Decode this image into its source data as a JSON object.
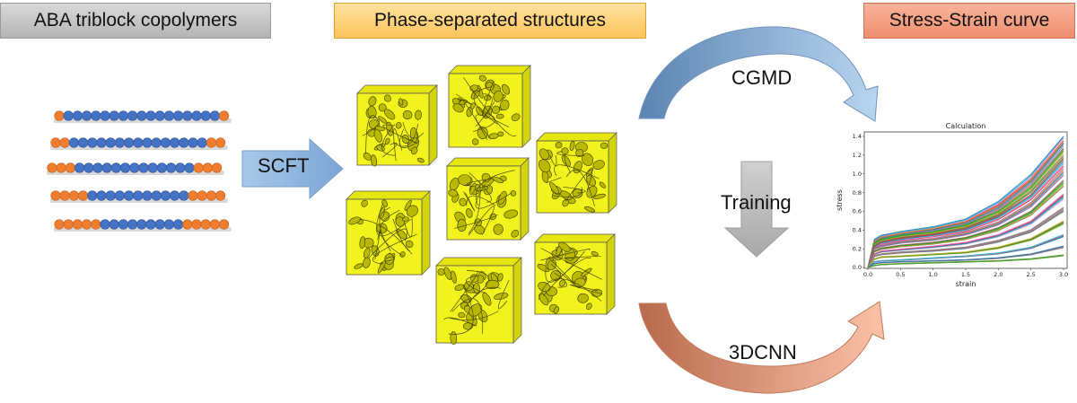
{
  "titles": {
    "left": "ABA triblock copolymers",
    "middle": "Phase-separated structures",
    "right": "Stress-Strain curve"
  },
  "labels": {
    "scft": "SCFT",
    "cgmd": "CGMD",
    "training": "Training",
    "cnn": "3DCNN"
  },
  "colors": {
    "a_block": "#ef7d2f",
    "b_block": "#4472c4",
    "structure_fill": "#f2f21c",
    "arrow_blue": "#9dc3e6",
    "arrow_orange": "#f4a582",
    "arrow_gray": "#bfbfbf"
  },
  "chains": [
    {
      "a_left": 1,
      "b": 17,
      "a_right": 1
    },
    {
      "a_left": 2,
      "b": 15,
      "a_right": 2
    },
    {
      "a_left": 3,
      "b": 13,
      "a_right": 3
    },
    {
      "a_left": 4,
      "b": 11,
      "a_right": 4
    },
    {
      "a_left": 5,
      "b": 9,
      "a_right": 5
    }
  ],
  "chart_data": {
    "type": "line",
    "title": "Calculation",
    "xlabel": "strain",
    "ylabel": "stress",
    "xlim": [
      0.0,
      3.0
    ],
    "ylim": [
      0.0,
      1.4
    ],
    "xticks": [
      "0.0",
      "0.5",
      "1.0",
      "1.5",
      "2.0",
      "2.5",
      "3.0"
    ],
    "yticks": [
      "0.0",
      "0.2",
      "0.4",
      "0.6",
      "0.8",
      "1.0",
      "1.2",
      "1.4"
    ],
    "x": [
      0.0,
      0.1,
      0.2,
      0.5,
      1.0,
      1.5,
      2.0,
      2.5,
      3.0
    ],
    "series": [
      {
        "values": [
          0,
          0.29,
          0.33,
          0.37,
          0.42,
          0.5,
          0.68,
          0.96,
          1.38
        ]
      },
      {
        "values": [
          0,
          0.27,
          0.31,
          0.35,
          0.4,
          0.47,
          0.63,
          0.9,
          1.3
        ]
      },
      {
        "values": [
          0,
          0.25,
          0.29,
          0.33,
          0.37,
          0.44,
          0.58,
          0.83,
          1.22
        ]
      },
      {
        "values": [
          0,
          0.22,
          0.26,
          0.3,
          0.34,
          0.4,
          0.53,
          0.75,
          1.12
        ]
      },
      {
        "values": [
          0,
          0.2,
          0.23,
          0.27,
          0.3,
          0.36,
          0.47,
          0.67,
          1.02
        ]
      },
      {
        "values": [
          0,
          0.17,
          0.2,
          0.23,
          0.26,
          0.31,
          0.41,
          0.58,
          0.9
        ]
      },
      {
        "values": [
          0,
          0.14,
          0.17,
          0.19,
          0.22,
          0.26,
          0.34,
          0.48,
          0.76
        ]
      },
      {
        "values": [
          0,
          0.12,
          0.14,
          0.16,
          0.18,
          0.21,
          0.28,
          0.39,
          0.62
        ]
      },
      {
        "values": [
          0,
          0.09,
          0.11,
          0.12,
          0.14,
          0.16,
          0.21,
          0.3,
          0.48
        ]
      },
      {
        "values": [
          0,
          0.06,
          0.07,
          0.08,
          0.1,
          0.12,
          0.15,
          0.21,
          0.34
        ]
      },
      {
        "values": [
          0,
          0.04,
          0.05,
          0.06,
          0.07,
          0.08,
          0.1,
          0.14,
          0.22
        ]
      },
      {
        "values": [
          0,
          0.02,
          0.03,
          0.04,
          0.05,
          0.06,
          0.07,
          0.09,
          0.13
        ]
      }
    ]
  }
}
